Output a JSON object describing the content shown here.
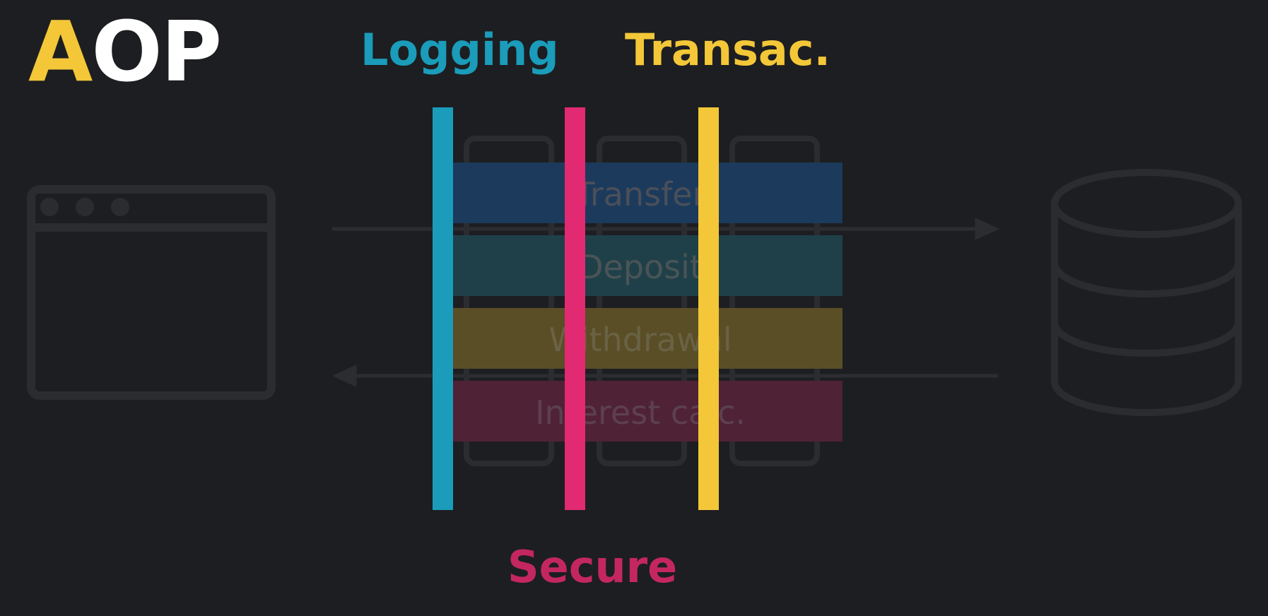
{
  "title": {
    "first_letter": "A",
    "rest": "OP",
    "first_letter_color": "#f3c738",
    "rest_color": "#ffffff"
  },
  "aspects": [
    {
      "label": "Logging",
      "color": "#1a9cba"
    },
    {
      "label": "Secure",
      "color": "#e12a71"
    },
    {
      "label": "Transac.",
      "color": "#f3c738"
    }
  ],
  "layers": [
    {
      "label": "Transfer",
      "color": "#1c3a5c"
    },
    {
      "label": "Deposit",
      "color": "#1f4048"
    },
    {
      "label": "Withdrawal",
      "color": "#5a4e26"
    },
    {
      "label": "Interest calc.",
      "color": "#4f2236"
    }
  ],
  "secure_label_color": "#c4275f",
  "icons": [
    "browser-window-icon",
    "database-icon",
    "arrow-right-icon",
    "arrow-left-icon"
  ]
}
